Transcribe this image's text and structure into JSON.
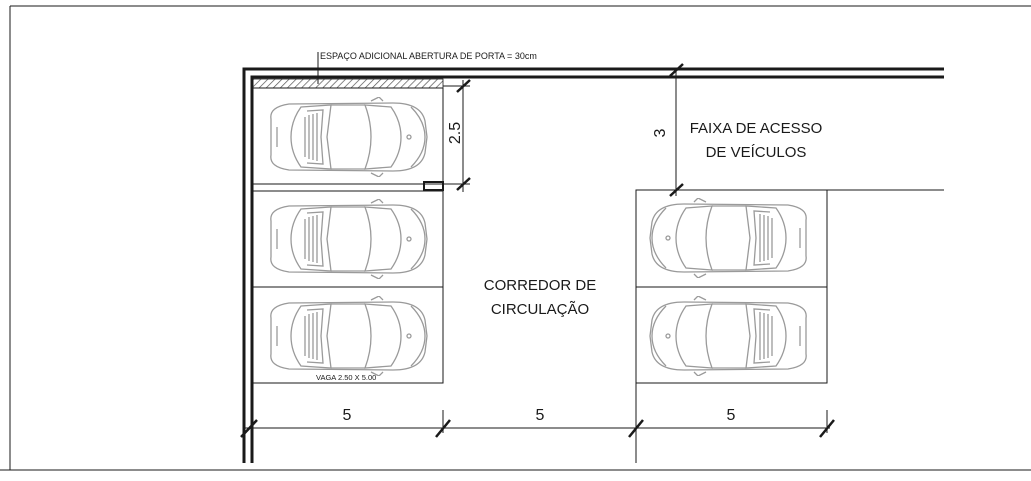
{
  "annotations": {
    "door_clearance": "ESPAÇO ADICIONAL ABERTURA DE PORTA = 30cm",
    "space_size": "VAGA 2.50 X 5.00"
  },
  "areas": {
    "vehicle_access_line1": "FAIXA DE ACESSO",
    "vehicle_access_line2": "DE VEÍCULOS",
    "corridor_line1": "CORREDOR DE",
    "corridor_line2": "CIRCULAÇÃO"
  },
  "dimensions": {
    "left_depth": "5",
    "corridor_width": "5",
    "right_depth": "5",
    "space_width": "2.5",
    "access_strip_width": "3"
  },
  "colors": {
    "line": "#1a1a1a",
    "car_outline": "#9a9a9a",
    "background": "#ffffff"
  }
}
